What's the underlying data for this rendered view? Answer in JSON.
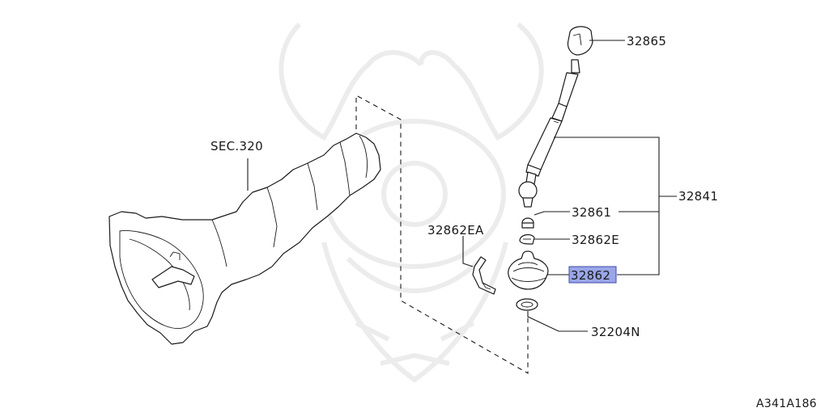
{
  "diagram": {
    "section_ref": "SEC.320",
    "parts": [
      {
        "number": "32865",
        "highlighted": false
      },
      {
        "number": "32841",
        "highlighted": false
      },
      {
        "number": "32861",
        "highlighted": false
      },
      {
        "number": "32862E",
        "highlighted": false
      },
      {
        "number": "32862EA",
        "highlighted": false
      },
      {
        "number": "32862",
        "highlighted": true
      },
      {
        "number": "32204N",
        "highlighted": false
      }
    ],
    "figure_code": "A341A186",
    "highlight_color": "#9aa6e8"
  }
}
